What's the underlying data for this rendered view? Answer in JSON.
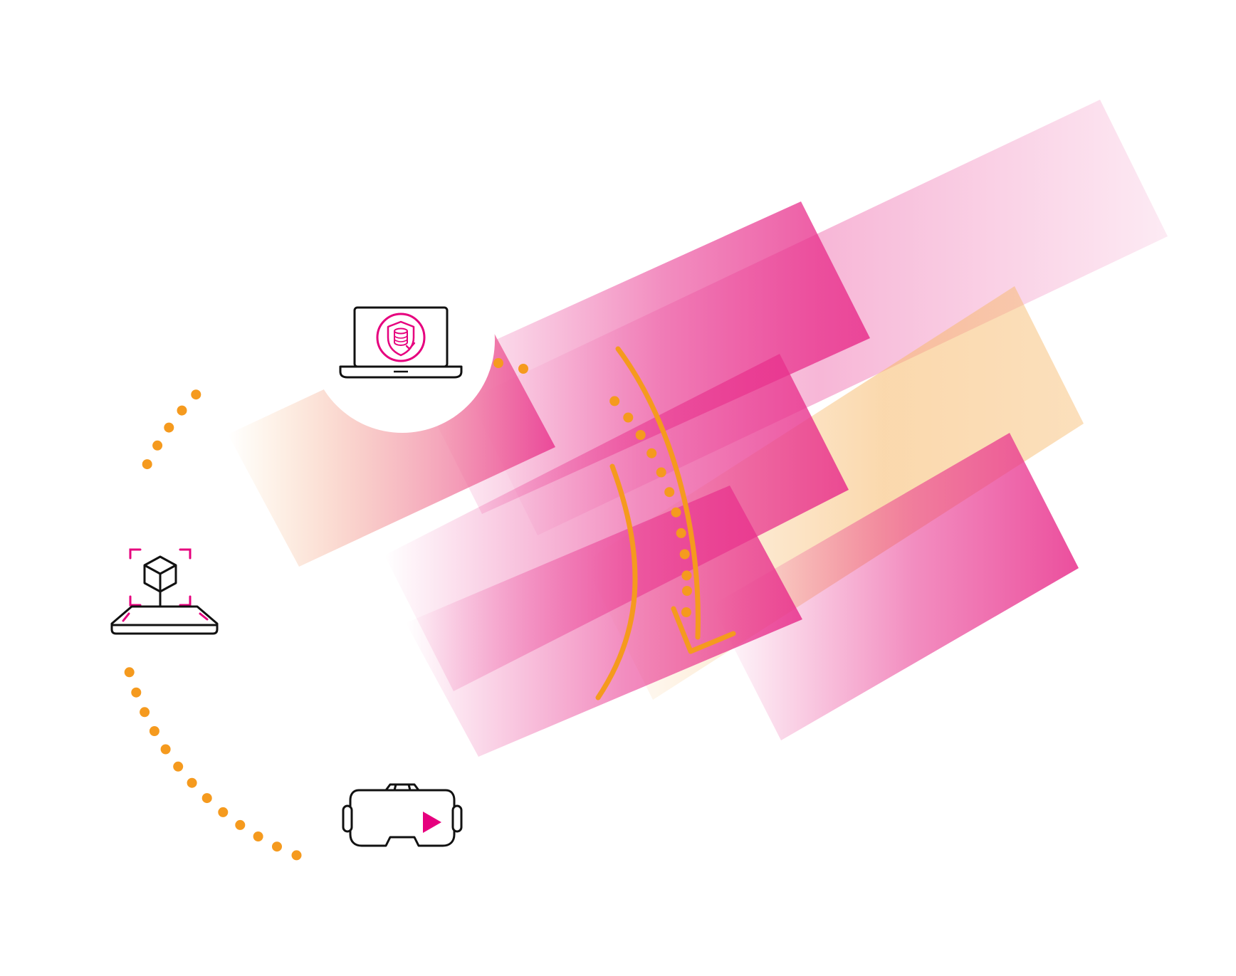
{
  "colors": {
    "background": "#ffffff",
    "pink": "#e8308c",
    "orange": "#f59a1e",
    "peach": "#f7b96a",
    "icon_stroke": "#111111",
    "icon_accent": "#e6007e"
  },
  "diagram": {
    "layout": "cycle",
    "connector": "orange-dotted-circle",
    "flow_arrow": "orange-curved-arrow",
    "nodes": [
      {
        "id": "laptop",
        "icon": "laptop-database-shield-icon",
        "position": "top"
      },
      {
        "id": "ar-tablet",
        "icon": "tablet-ar-cube-icon",
        "position": "left"
      },
      {
        "id": "vr-headset",
        "icon": "vr-headset-play-icon",
        "position": "bottom"
      }
    ],
    "decoration": "diagonal-pink-orange-gradient-bands"
  }
}
